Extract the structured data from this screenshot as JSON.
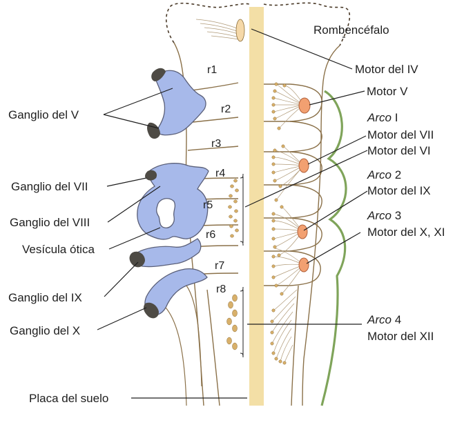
{
  "right_labels": {
    "rombencefalo": "Rombencéfalo",
    "motor_iv": "Motor del IV",
    "motor_v": "Motor V",
    "arco1_word": "Arco",
    "arco1_num": " I",
    "motor_vii": "Motor del VII",
    "motor_vi": "Motor del VI",
    "arco2_word": "Arco",
    "arco2_num": " 2",
    "motor_ix": "Motor del IX",
    "arco3_word": "Arco",
    "arco3_num": " 3",
    "motor_x_xi": "Motor del X, XI",
    "arco4_word": "Arco",
    "arco4_num": " 4",
    "motor_xii": "Motor del XII"
  },
  "left_labels": {
    "ganglio_v": "Ganglio del V",
    "ganglio_vii": "Ganglio del VII",
    "ganglio_viii": "Ganglio del VIII",
    "vesicula_otica": "Vesícula ótica",
    "ganglio_ix": "Ganglio del IX",
    "ganglio_x": "Ganglio del X",
    "placa_suelo": "Placa del suelo"
  },
  "rhombomeres": [
    "r1",
    "r2",
    "r3",
    "r4",
    "r5",
    "r6",
    "r7",
    "r8"
  ],
  "colors": {
    "floor_plate": "#f3dfa6",
    "ganglia": "#a7b9ea",
    "motor_nuclei": "#f2a071",
    "arches_outline": "#7fa45a",
    "neural_tube_outline": "#8a7048"
  }
}
